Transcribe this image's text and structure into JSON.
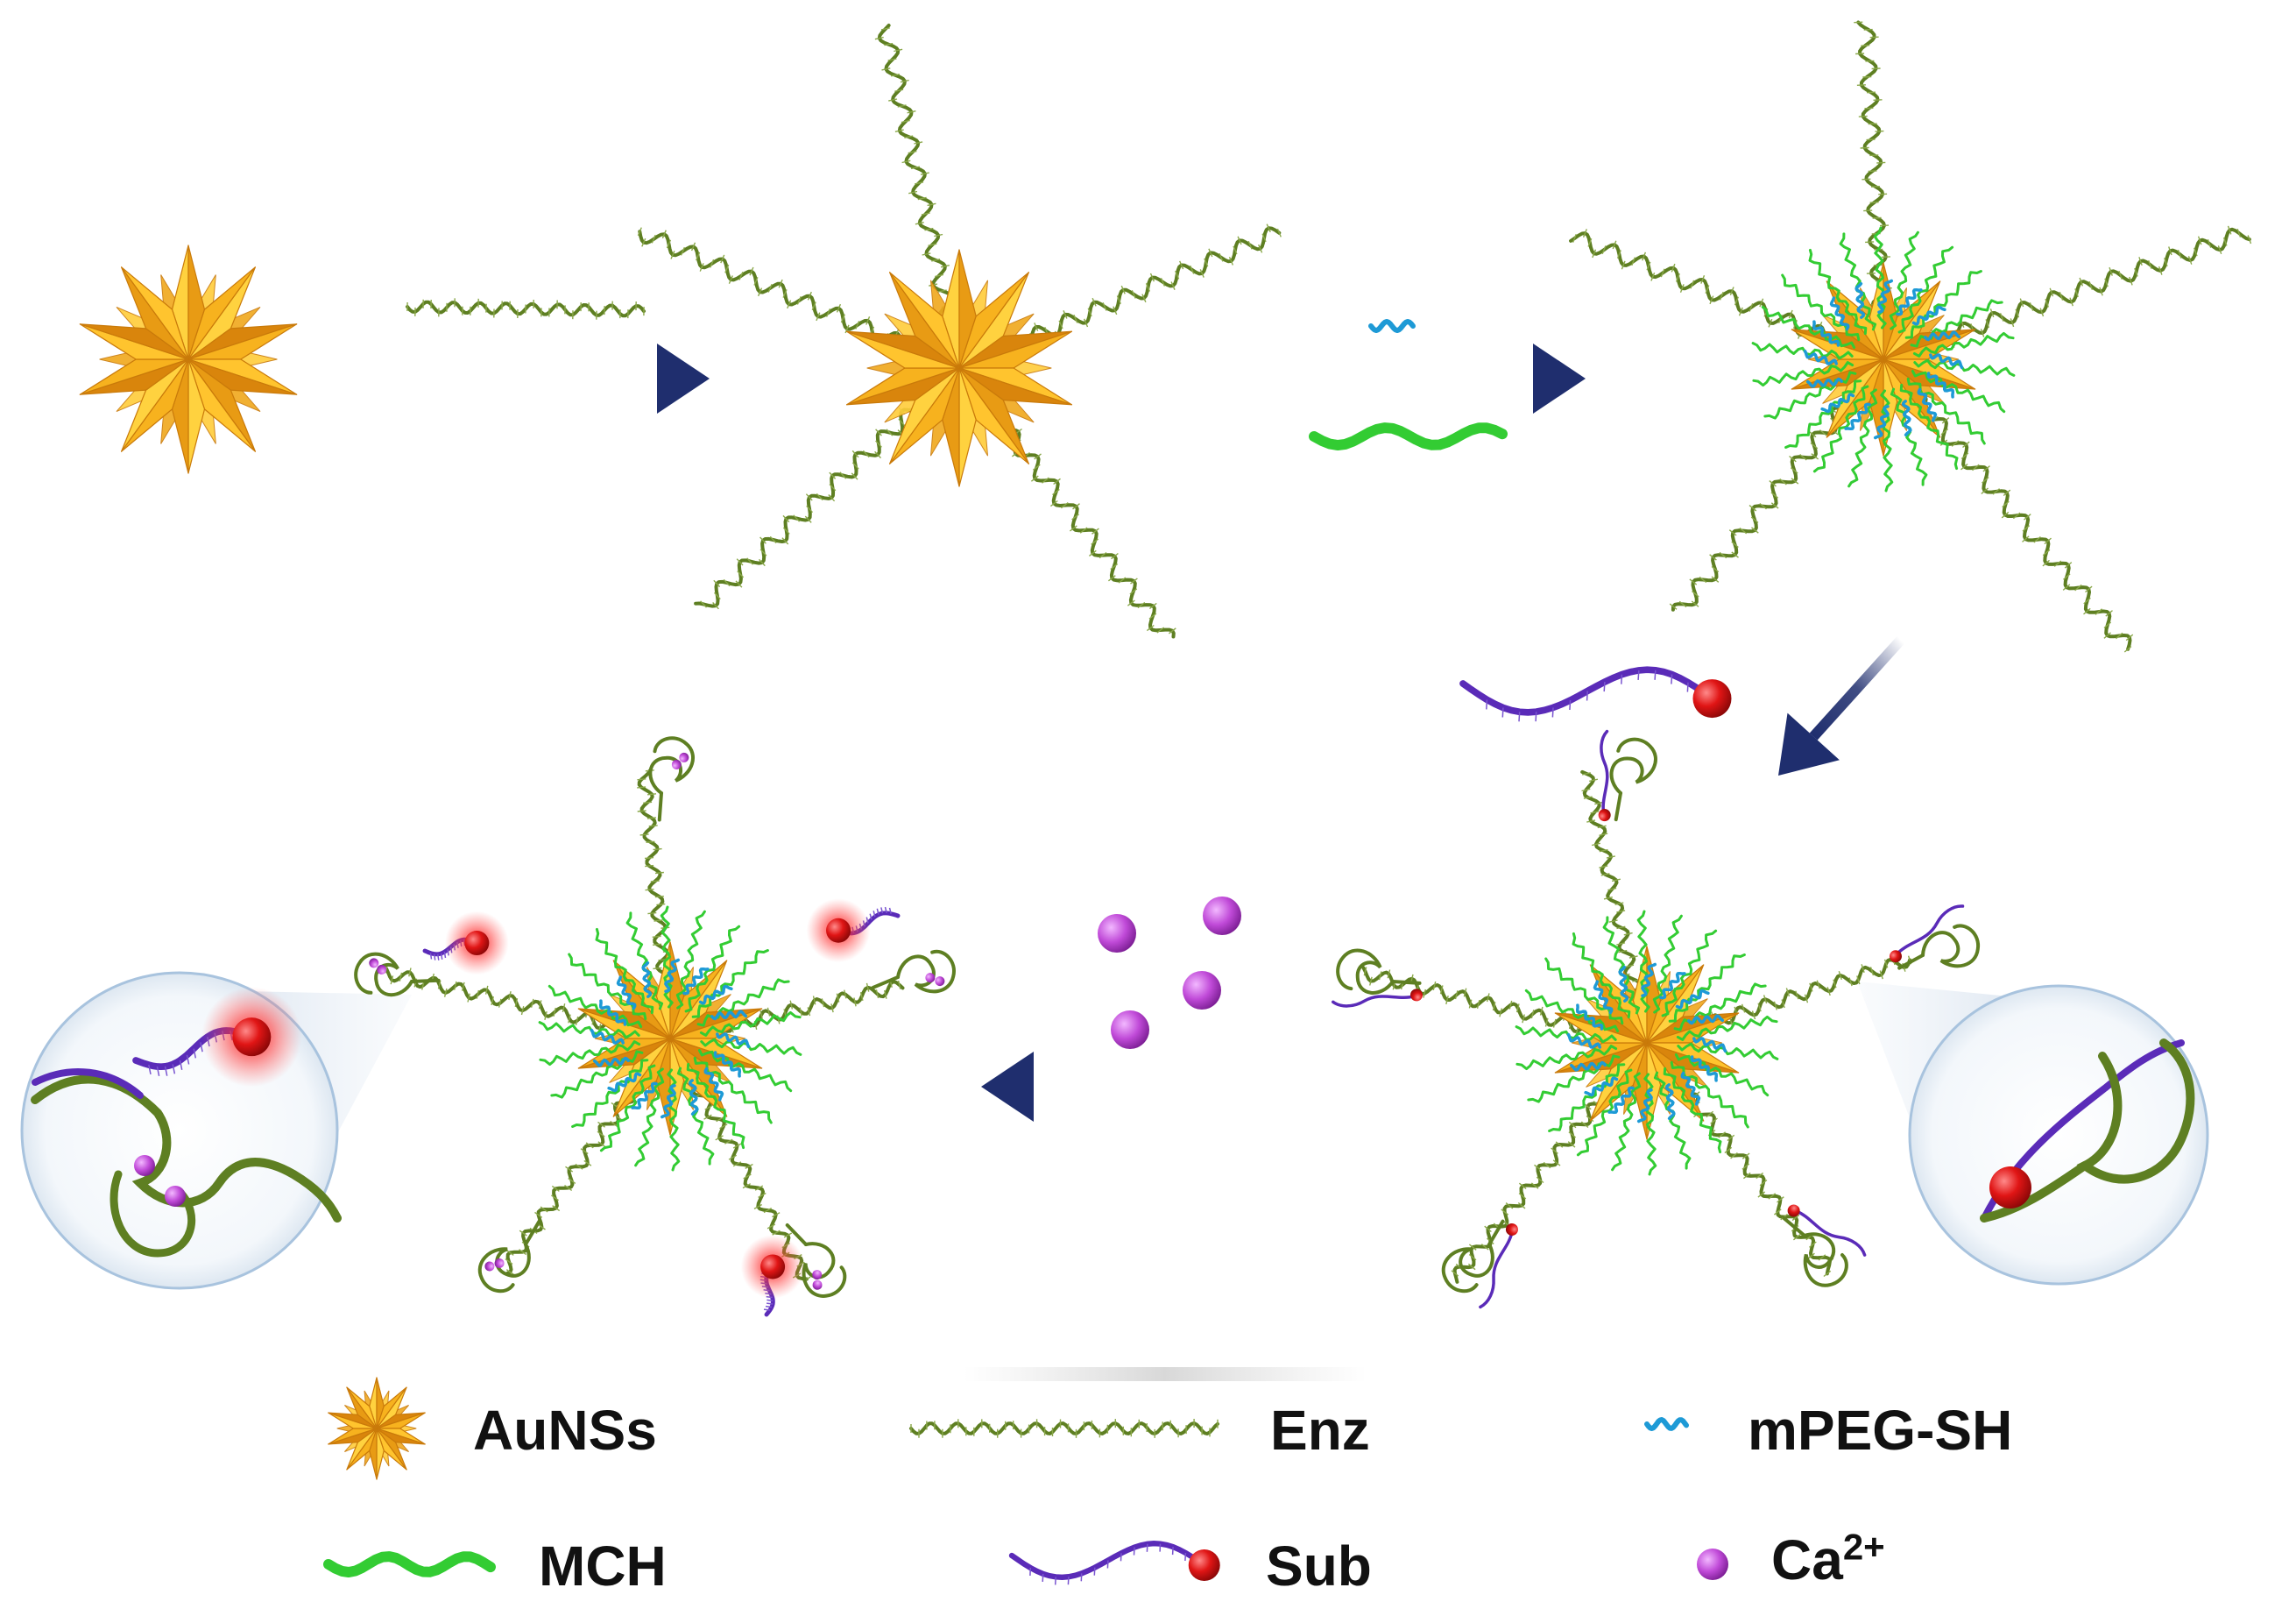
{
  "legend": {
    "aunss": "AuNSs",
    "enz": "Enz",
    "mpeg": "mPEG-SH",
    "mch": "MCH",
    "sub": "Sub",
    "ca_base": "Ca",
    "ca_sup": "2+"
  },
  "colors": {
    "gold": "#f7b21e",
    "gold_light": "#ffd23f",
    "gold_dark": "#d9850c",
    "enz_green": "#5e7f22",
    "mch_green": "#33cc33",
    "mpeg_blue": "#1e9ad6",
    "sub_purple": "#5a2bb8",
    "fluor_red": "#e01515",
    "ca_purple": "#c04ad8",
    "arrow_navy": "#1f2e6e"
  },
  "icons": {
    "nanostar": "gold-nanostar-icon",
    "enz_strand": "enz-dna-strand-icon",
    "mpeg_strand": "mpeg-sh-strand-icon",
    "mch_strand": "mch-strand-icon",
    "sub_strand": "substrate-strand-icon",
    "ca_ion": "calcium-ion-icon"
  }
}
